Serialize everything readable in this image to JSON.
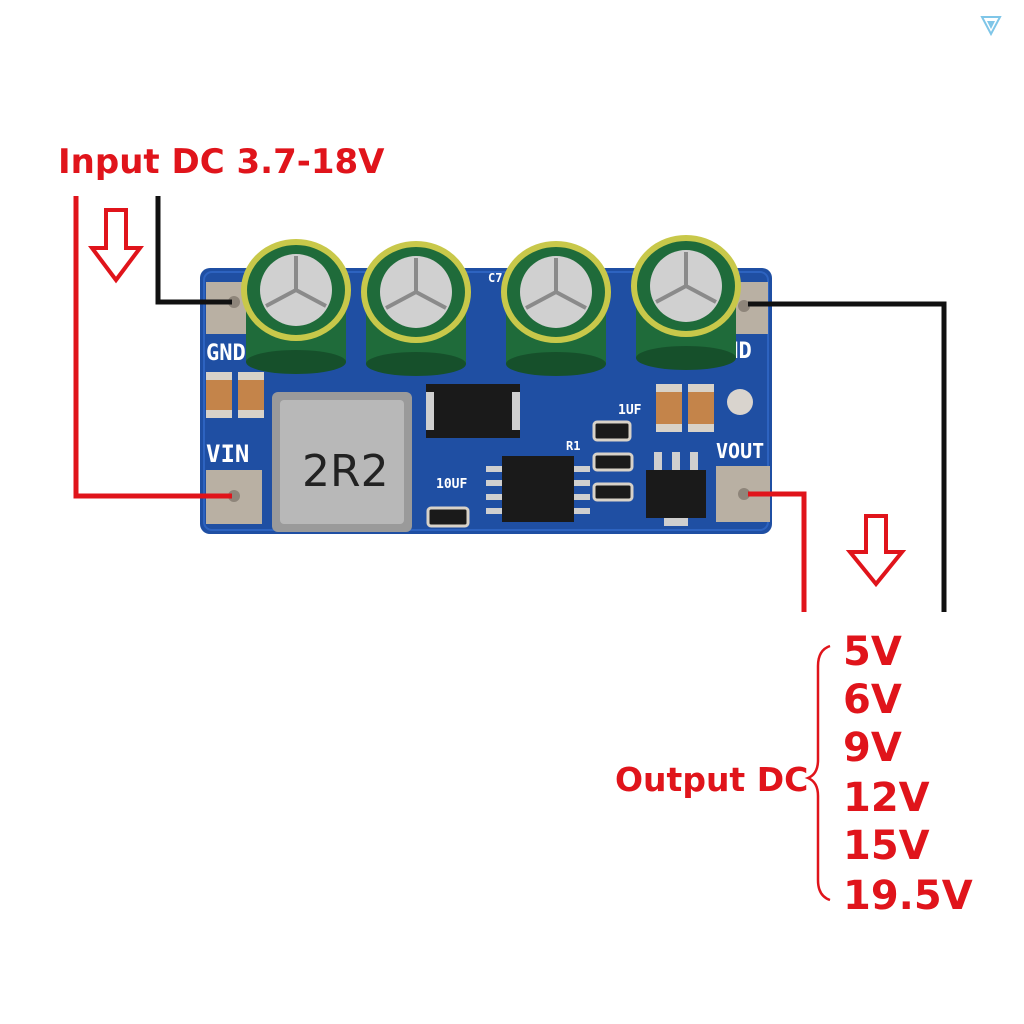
{
  "input_label": "Input DC 3.7-18V",
  "output_label": "Output DC",
  "output_voltages": [
    "5V",
    "6V",
    "9V",
    "12V",
    "15V",
    "19.5V"
  ],
  "silkscreen": {
    "gnd_left": "GND",
    "gnd_right": "GND",
    "vin": "VIN",
    "vout": "VOUT",
    "inductor": "2R2",
    "cap_10uf": "10UF",
    "cap_1uf": "1UF",
    "r1": "R1",
    "c7": "C7"
  },
  "colors": {
    "annotation_red": "#e0141b",
    "wire_black": "#111111",
    "pcb_blue": "#1f4fa3",
    "capacitor_green": "#1f6b3a"
  }
}
